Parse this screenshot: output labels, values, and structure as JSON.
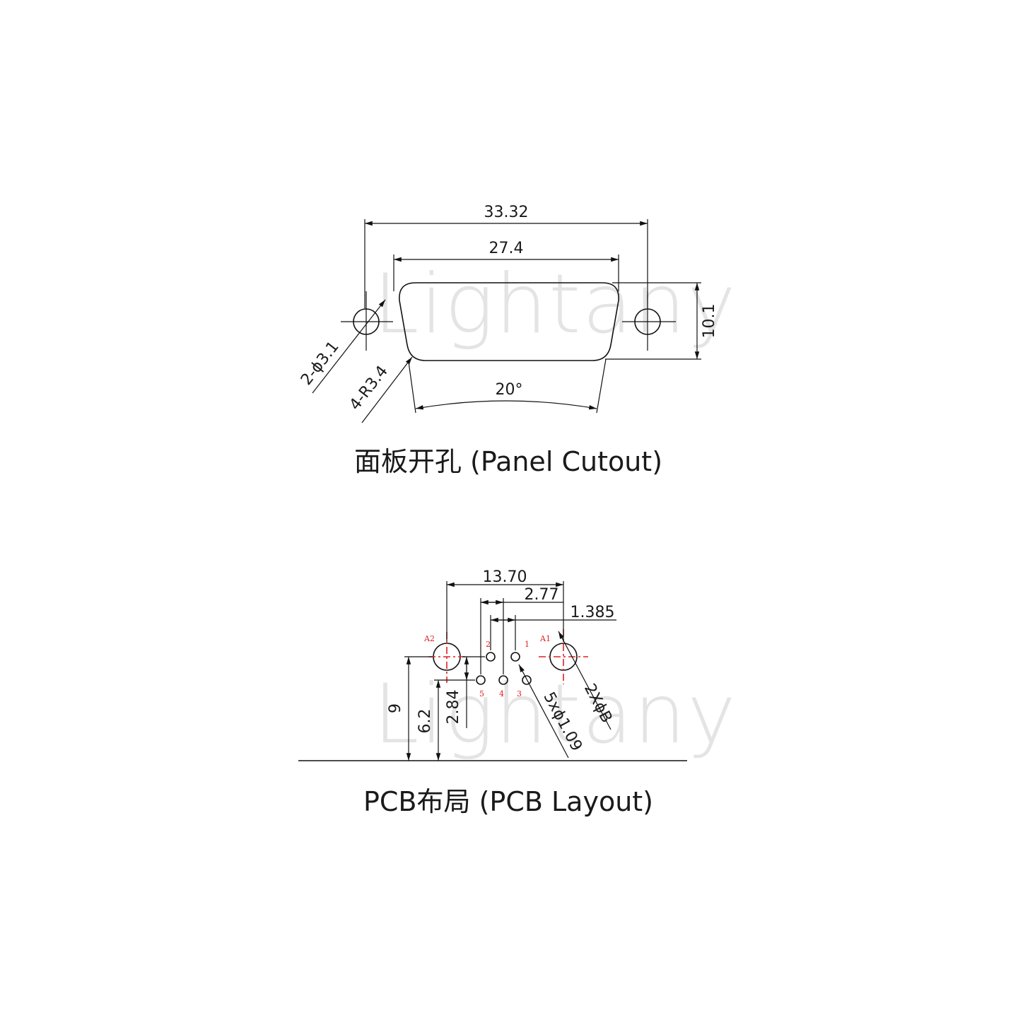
{
  "watermark": "Lightany",
  "panel_cutout": {
    "caption": "面板开孔 (Panel Cutout)",
    "dim_overall_width": "33.32",
    "dim_shell_width": "27.4",
    "dim_height": "10.1",
    "dim_hole": "2-ϕ3.1",
    "dim_radius": "4-R3.4",
    "dim_angle": "20°"
  },
  "pcb_layout": {
    "caption": "PCB布局 (PCB Layout)",
    "dim_a_span": "13.70",
    "dim_pin_pitch": "2.77",
    "dim_half_pitch": "1.385",
    "dim_a_height": "9",
    "dim_row1_height": "6.2",
    "dim_row_spacing": "2.84",
    "dim_pin_hole": "5xϕ1.09",
    "dim_a_hole": "2XϕB",
    "pin_labels": {
      "a2": "A2",
      "a1": "A1",
      "p1": "1",
      "p2": "2",
      "p3": "3",
      "p4": "4",
      "p5": "5"
    }
  },
  "colors": {
    "line": "#111111",
    "pin_label": "#e02020",
    "watermark": "#e4e4e4"
  }
}
